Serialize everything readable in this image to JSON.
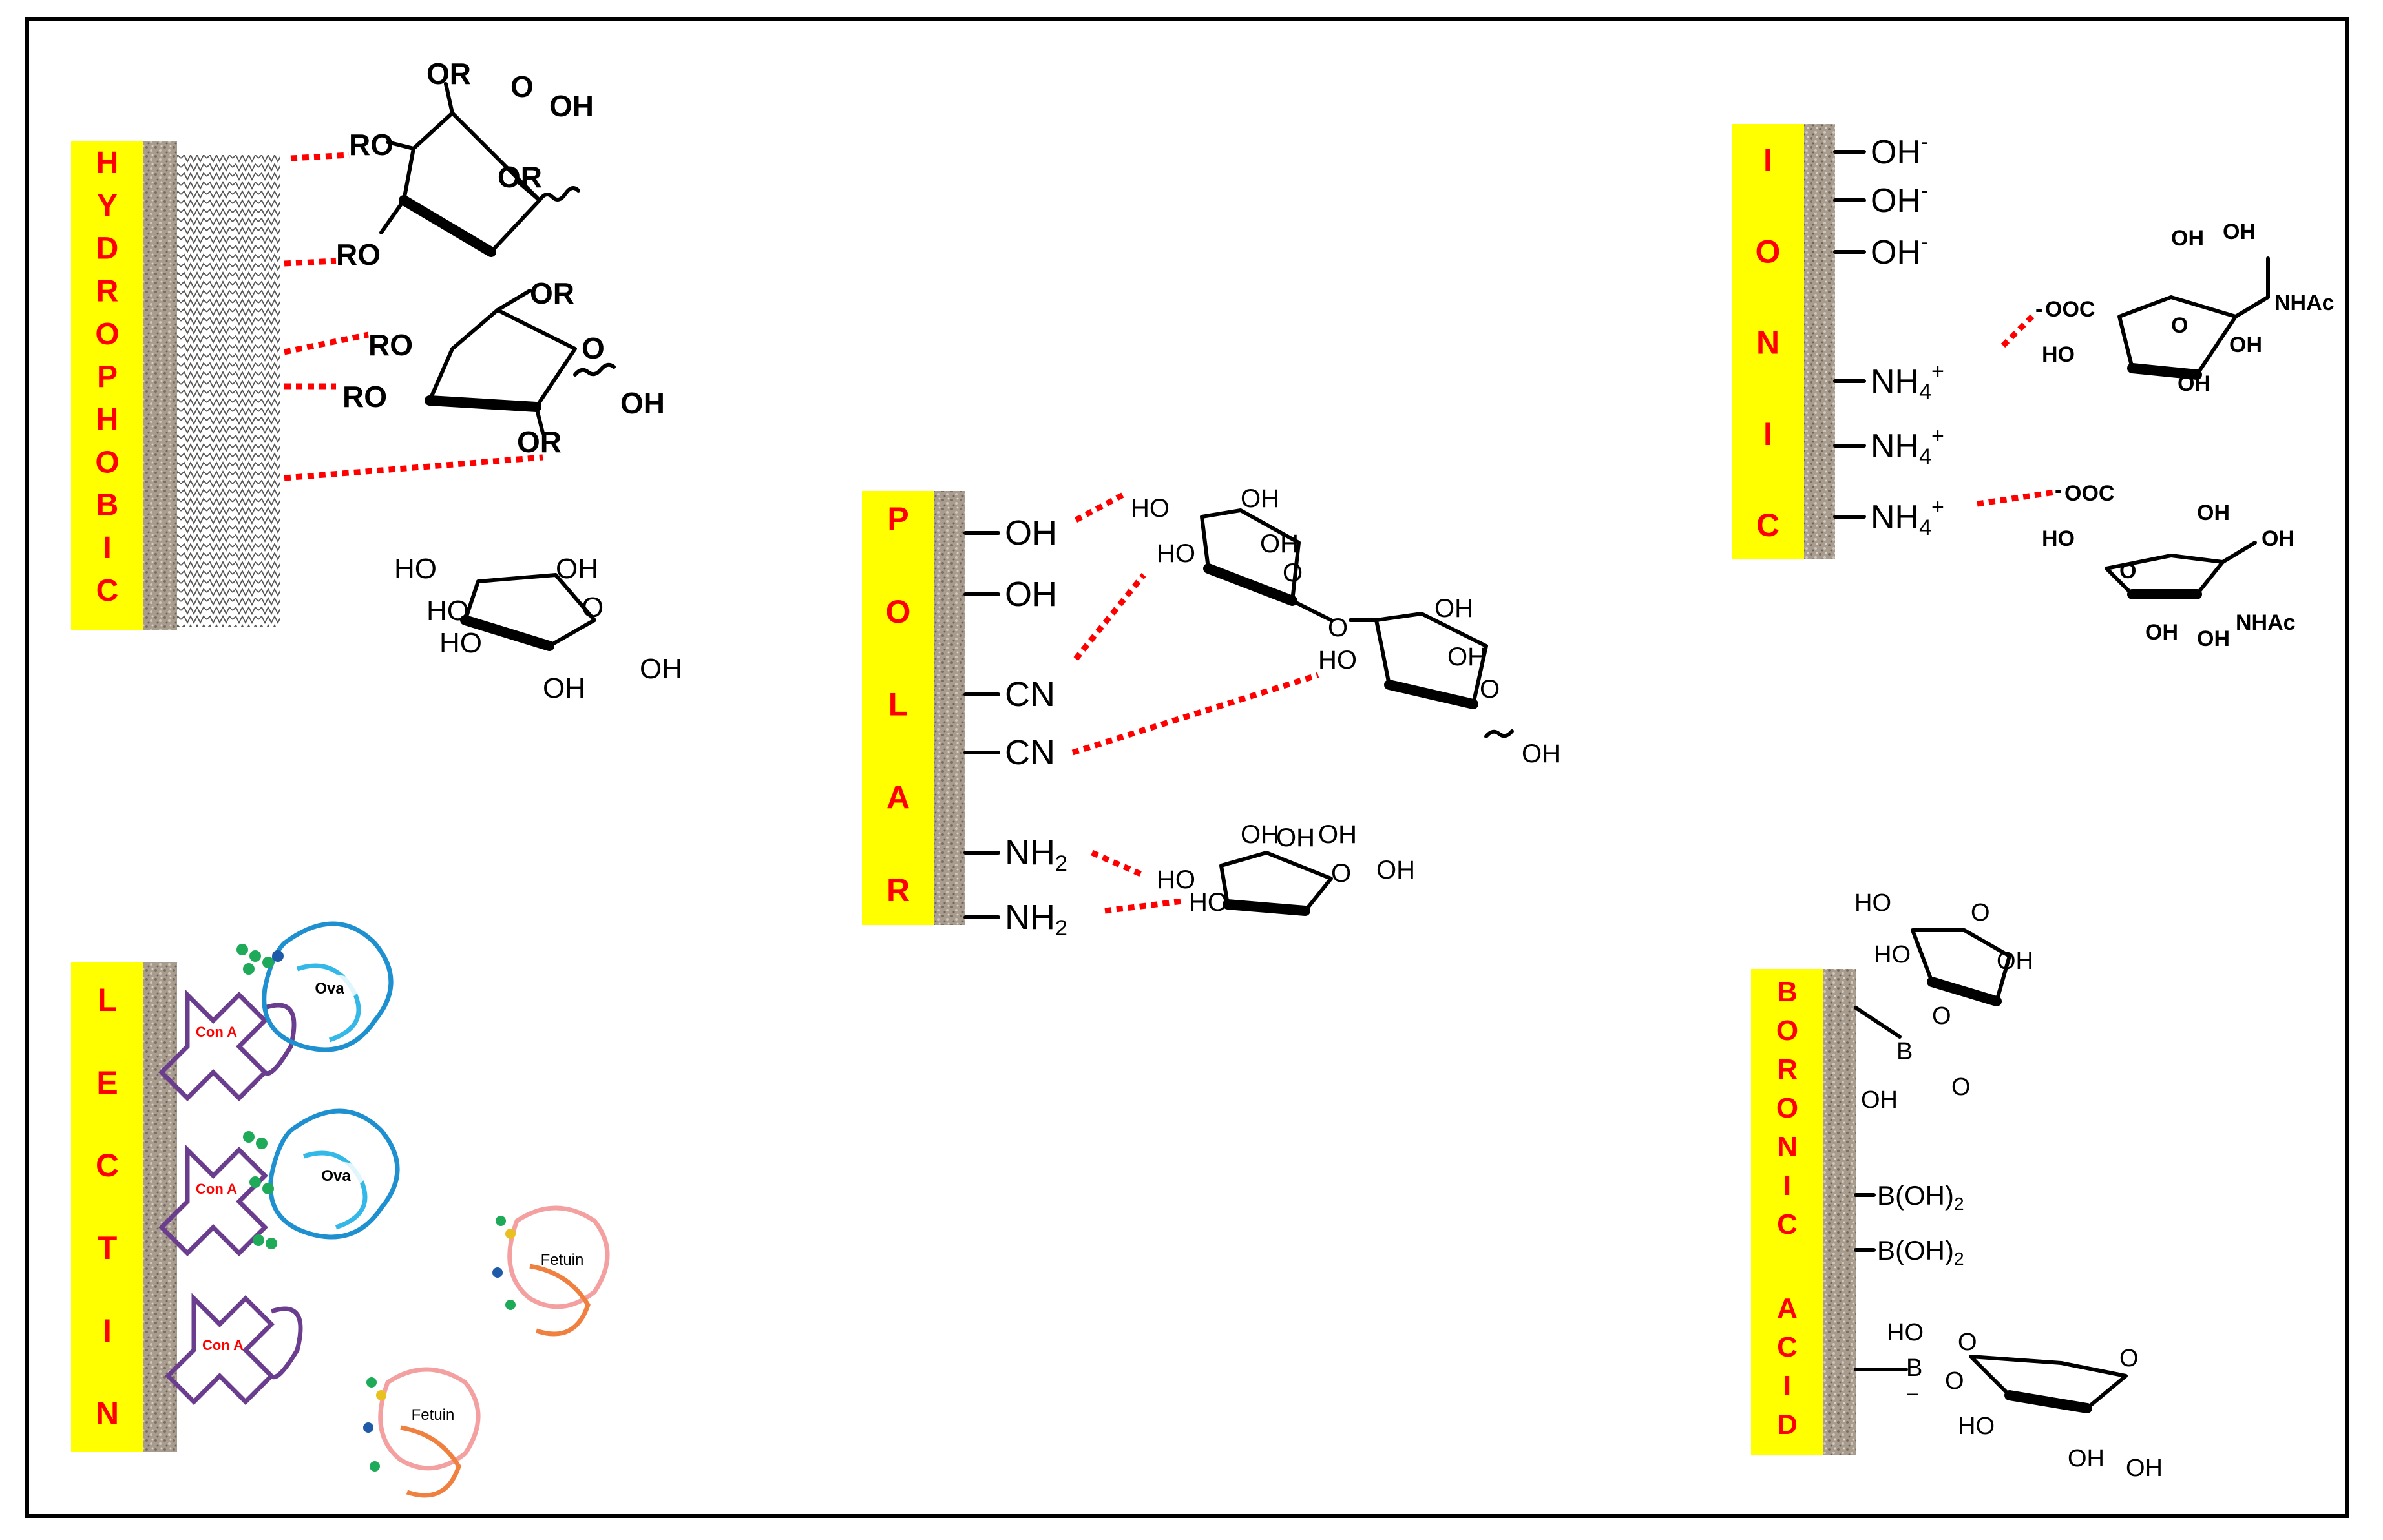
{
  "panels": {
    "hydrophobic": {
      "letters": [
        "H",
        "Y",
        "D",
        "R",
        "O",
        "P",
        "H",
        "O",
        "B",
        "I",
        "C"
      ]
    },
    "polar": {
      "letters": [
        "P",
        "O",
        "L",
        "A",
        "R"
      ],
      "groups": [
        "OH",
        "OH",
        "CN",
        "CN",
        "NH",
        "NH"
      ],
      "sub2": "2"
    },
    "ionic": {
      "letters": [
        "I",
        "O",
        "N",
        "I",
        "C"
      ],
      "groups": [
        "OH",
        "OH",
        "OH",
        "NH",
        "NH",
        "NH"
      ],
      "minus": "-",
      "four": "4",
      "plus": "+"
    },
    "lectin": {
      "letters": [
        "L",
        "E",
        "C",
        "T",
        "I",
        "N"
      ],
      "proteins": {
        "con_a": "Con A",
        "ova": "Ova",
        "fetuin": "Fetuin"
      }
    },
    "boronic": {
      "letters": [
        "B",
        "O",
        "R",
        "O",
        "N",
        "I",
        "C",
        "A",
        "C",
        "I",
        "D"
      ],
      "groups": [
        "B(OH)",
        "B(OH)"
      ],
      "sub2": "2"
    }
  },
  "chem": {
    "RO": "RO",
    "OR": "OR",
    "OH": "OH",
    "HO": "HO",
    "O": "O",
    "OOC": "OOC",
    "neg": "-",
    "NHAc": "NHAc",
    "B": "B",
    "minus": "−"
  },
  "colors": {
    "label": "#ff0000",
    "label_bg": "#ffff00",
    "bond_dash": "#ff0000",
    "surface": "#a89c8f",
    "con_a": "#6a3d8f",
    "ova": "#1e90d0",
    "fetuin": "#f08040",
    "glycan": "#1faa5a"
  }
}
